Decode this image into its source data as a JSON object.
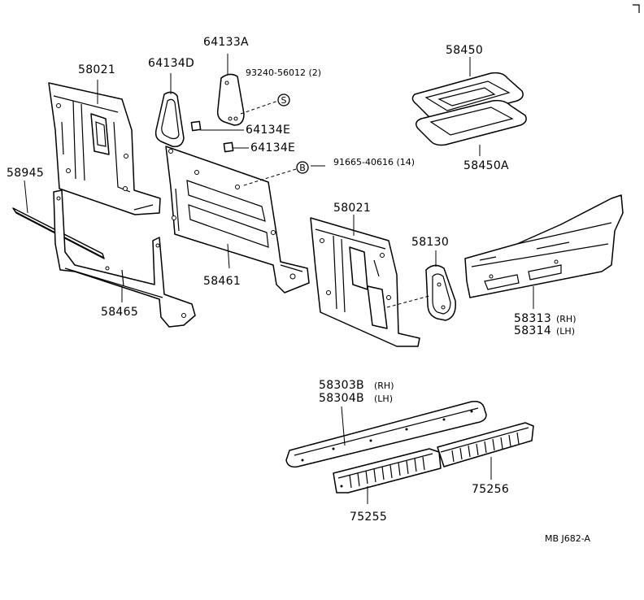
{
  "labels": {
    "p64133A": "64133A",
    "p58021_left": "58021",
    "p64134D": "64134D",
    "p93240": "93240-56012 (2)",
    "p64134E_1": "64134E",
    "p64134E_2": "64134E",
    "p58450": "58450",
    "p58450A": "58450A",
    "p91665": "91665-40616 (14)",
    "p58945": "58945",
    "p58021_right": "58021",
    "p58130": "58130",
    "p58461": "58461",
    "p58465": "58465",
    "p58313": "58313",
    "p58314": "58314",
    "rh1": "(RH)",
    "lh1": "(LH)",
    "p58303B": "58303B",
    "p58304B": "58304B",
    "rh2": "(RH)",
    "lh2": "(LH)",
    "p75256": "75256",
    "p75255": "75255",
    "diagram_code": "MB  J682-A"
  },
  "symbols": {
    "s_marker": "S",
    "b_marker": "B"
  }
}
